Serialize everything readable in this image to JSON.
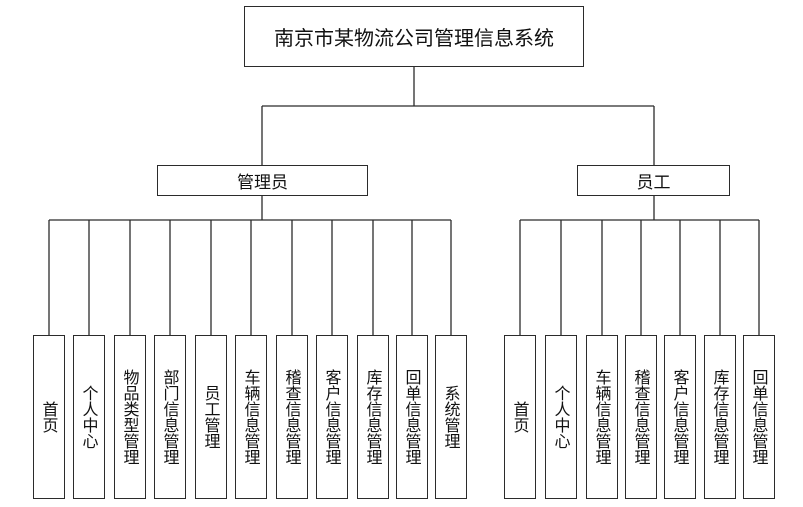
{
  "root": {
    "label": "南京市某物流公司管理信息系统"
  },
  "branches": [
    {
      "label": "管理员",
      "children": [
        "首页",
        "个人中心",
        "物品类型管理",
        "部门信息管理",
        "员工管理",
        "车辆信息管理",
        "稽查信息管理",
        "客户信息管理",
        "库存信息管理",
        "回单信息管理",
        "系统管理"
      ]
    },
    {
      "label": "员工",
      "children": [
        "首页",
        "个人中心",
        "车辆信息管理",
        "稽查信息管理",
        "客户信息管理",
        "库存信息管理",
        "回单信息管理"
      ]
    }
  ]
}
